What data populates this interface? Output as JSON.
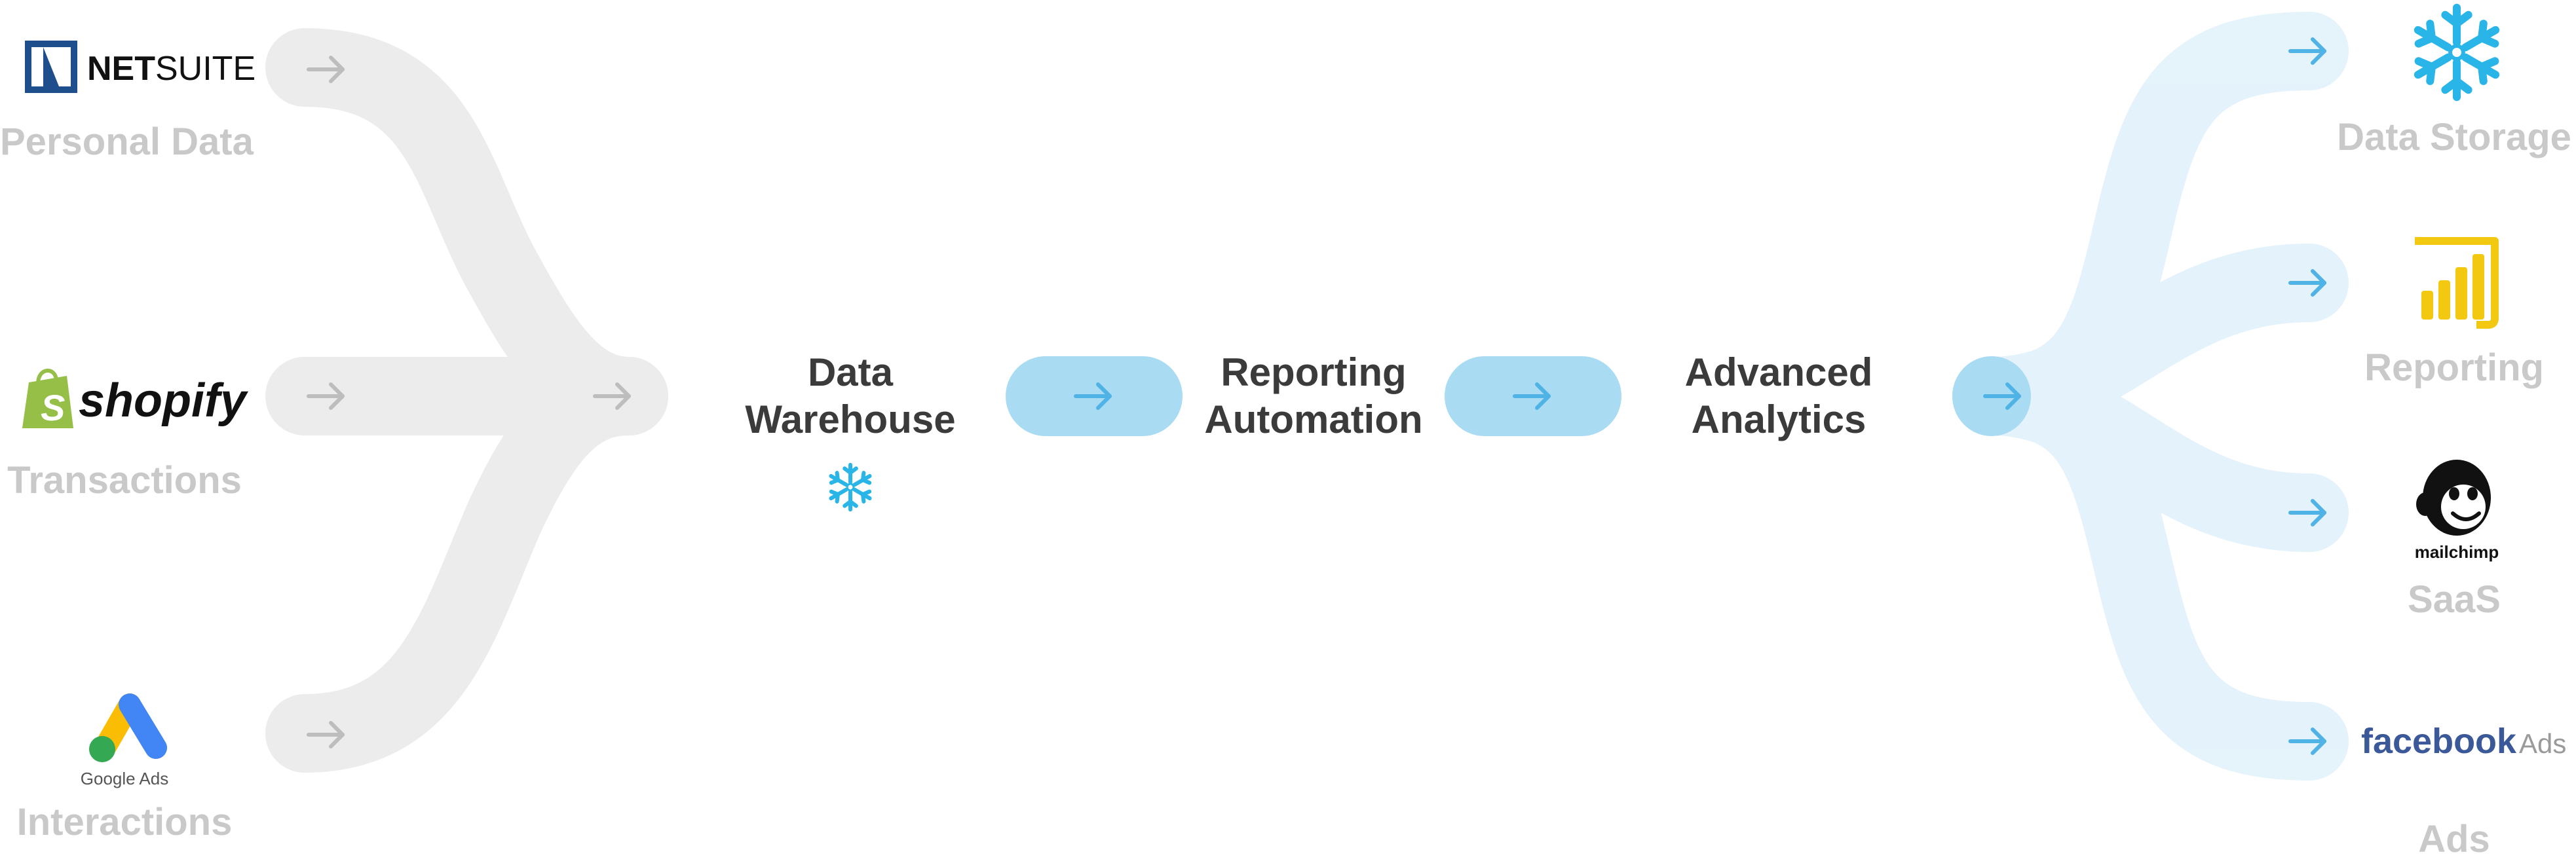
{
  "sources": [
    {
      "label": "Personal Data",
      "logo_name": "NETSUITE",
      "logo_text_a": "NET",
      "logo_text_b": "SUITE"
    },
    {
      "label": "Transactions",
      "logo_name": "shopify",
      "logo_text": "shopify"
    },
    {
      "label": "Interactions",
      "logo_name": "Google Ads",
      "logo_text": "Google Ads"
    }
  ],
  "stages": [
    {
      "line1": "Data",
      "line2": "Warehouse"
    },
    {
      "line1": "Reporting",
      "line2": "Automation"
    },
    {
      "line1": "Advanced",
      "line2": "Analytics"
    }
  ],
  "destinations": [
    {
      "label": "Data Storage",
      "logo_name": "snowflake"
    },
    {
      "label": "Reporting",
      "logo_name": "power-bi"
    },
    {
      "label": "SaaS",
      "logo_name": "mailchimp",
      "logo_text": "mailchimp"
    },
    {
      "label": "Ads",
      "logo_name": "facebook",
      "logo_text_a": "facebook",
      "logo_text_b": "Ads"
    }
  ],
  "colors": {
    "gray_flow": "#e6e6e6",
    "gray_arrow": "#bdbdbd",
    "blue_flow": "#cfe9f8",
    "blue_pill": "#a9dbf2",
    "blue_arrow": "#4fb3e6",
    "label_gray": "#c9c9c9",
    "stage_text": "#3b3b3b",
    "snowflake": "#29b5e8",
    "netsuite_blue": "#1f4e8c",
    "shopify_green": "#95bf47",
    "powerbi_yellow": "#f2c811",
    "facebook_blue": "#3b5998",
    "gads_blue": "#4285f4",
    "gads_yellow": "#fbbc04",
    "gads_green": "#34a853"
  }
}
